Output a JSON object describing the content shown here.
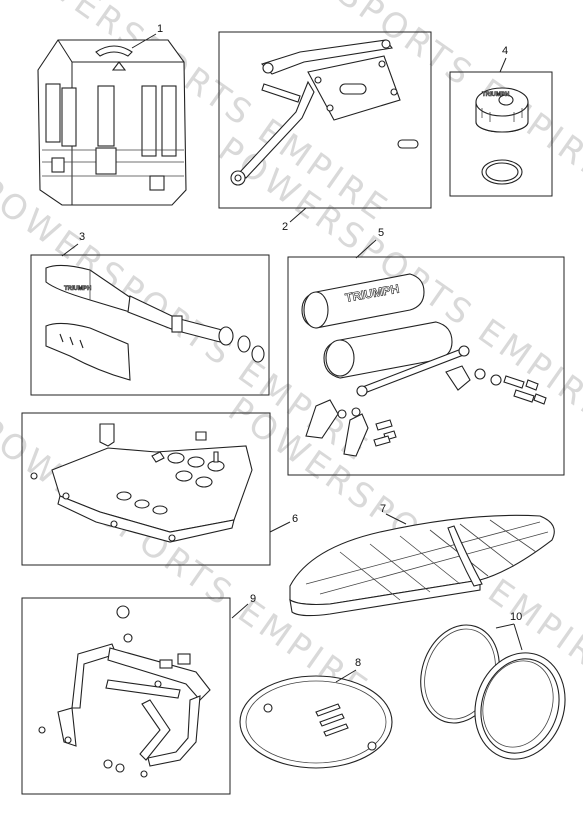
{
  "watermark": {
    "text": "POWERSPORTS EMPIRE",
    "color": "#d9d9d9"
  },
  "callouts": {
    "c1": "1",
    "c2": "2",
    "c3": "3",
    "c4": "4",
    "c5": "5",
    "c6": "6",
    "c7": "7",
    "c8": "8",
    "c9": "9",
    "c10": "10"
  },
  "parts": {
    "brand_on_bolster": "TRIUMPH",
    "brand_on_cap": "TRIUMPH",
    "brand_on_silencer": "TRIUMPH"
  },
  "colors": {
    "line": "#222222",
    "background": "#ffffff"
  }
}
